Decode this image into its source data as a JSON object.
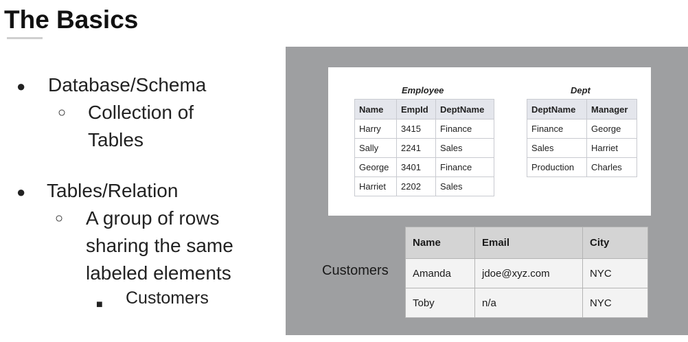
{
  "slide": {
    "title": "The Basics",
    "bullets": [
      {
        "mark": "●",
        "text": "Database/Schema",
        "sub": {
          "mark": "○",
          "text": "Collection of Tables"
        }
      },
      {
        "mark": "●",
        "text": "Tables/Relation",
        "sub": {
          "mark": "○",
          "text": "A group of rows sharing the same labeled elements",
          "sub": {
            "mark": "■",
            "text": "Customers"
          }
        }
      }
    ]
  },
  "figure": {
    "employee_table": {
      "caption": "Employee",
      "headers": [
        "Name",
        "EmpId",
        "DeptName"
      ],
      "rows": [
        [
          "Harry",
          "3415",
          "Finance"
        ],
        [
          "Sally",
          "2241",
          "Sales"
        ],
        [
          "George",
          "3401",
          "Finance"
        ],
        [
          "Harriet",
          "2202",
          "Sales"
        ]
      ]
    },
    "dept_table": {
      "caption": "Dept",
      "headers": [
        "DeptName",
        "Manager"
      ],
      "rows": [
        [
          "Finance",
          "George"
        ],
        [
          "Sales",
          "Harriet"
        ],
        [
          "Production",
          "Charles"
        ]
      ]
    },
    "customers_table": {
      "label": "Customers",
      "headers": [
        "Name",
        "Email",
        "City"
      ],
      "rows": [
        [
          "Amanda",
          "jdoe@xyz.com",
          "NYC"
        ],
        [
          "Toby",
          "n/a",
          "NYC"
        ]
      ]
    }
  },
  "colors": {
    "panel_gray": "#9e9fa1",
    "small_table_header": "#e4e6ec",
    "customers_header": "#d4d4d4"
  }
}
